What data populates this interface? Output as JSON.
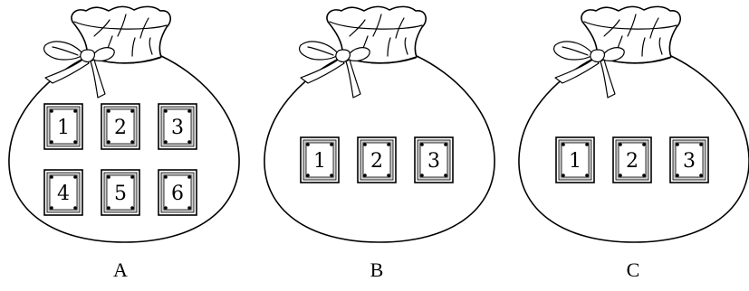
{
  "bags": [
    {
      "label": "A",
      "cards": [
        "1",
        "2",
        "3",
        "4",
        "5",
        "6"
      ]
    },
    {
      "label": "B",
      "cards": [
        "1",
        "2",
        "3"
      ]
    },
    {
      "label": "C",
      "cards": [
        "1",
        "2",
        "3"
      ]
    }
  ]
}
